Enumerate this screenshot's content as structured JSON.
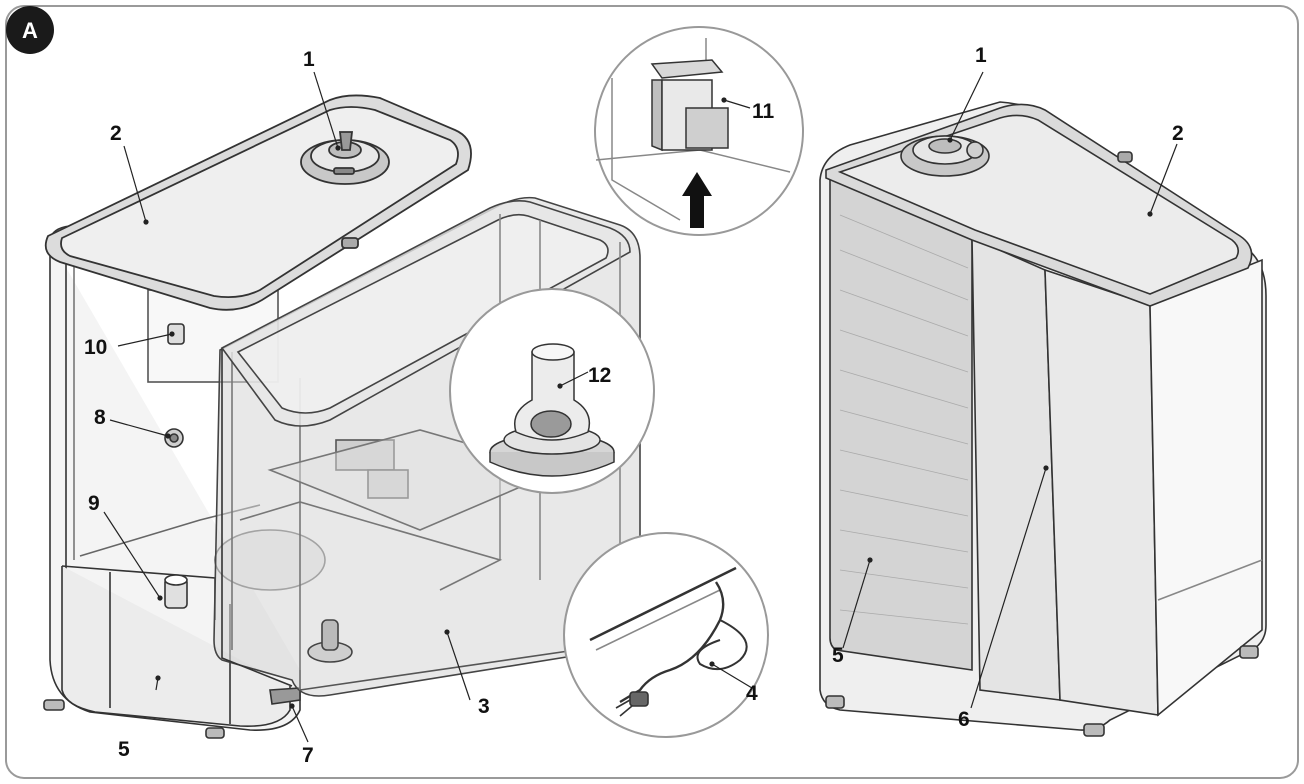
{
  "figure": {
    "badge": "A",
    "callouts": {
      "lid_left": "2",
      "cap_left": "1",
      "socket_10": "10",
      "part_8": "8",
      "part_9": "9",
      "base_left": "5",
      "part_7": "7",
      "tank": "3",
      "cord": "4",
      "float_11": "11",
      "filter_12": "12",
      "cap_right": "1",
      "lid_right": "2",
      "grille_right": "5",
      "panel_right": "6"
    }
  }
}
